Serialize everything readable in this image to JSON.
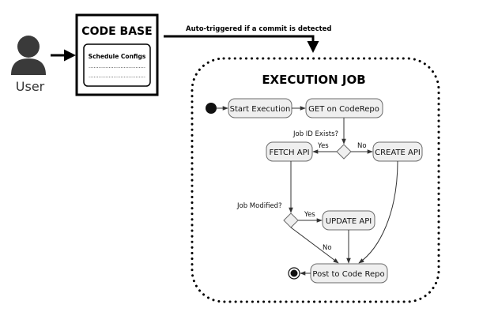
{
  "actor": {
    "label": "User",
    "icon": "user-icon"
  },
  "code_base": {
    "title": "CODE BASE",
    "config_title": "Schedule Configs",
    "dotted_lines": ".................................."
  },
  "trigger_label": "Auto-triggered if a commit is detected",
  "execution_job": {
    "title": "EXECUTION JOB",
    "nodes": {
      "start": "Start Execution",
      "get": "GET on CodeRepo",
      "fetch": "FETCH API",
      "create": "CREATE API",
      "update": "UPDATE API",
      "post": "Post to Code Repo"
    },
    "decisions": {
      "job_id": "Job ID Exists?",
      "job_modified": "Job Modified?"
    },
    "branch_labels": {
      "id_yes": "Yes",
      "id_no": "No",
      "mod_yes": "Yes",
      "mod_no": "No"
    }
  }
}
